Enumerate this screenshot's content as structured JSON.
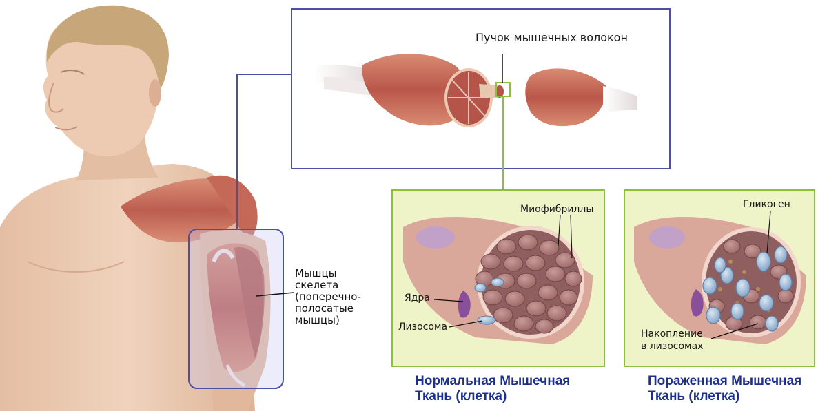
{
  "labels": {
    "bundle": "Пучок мышечных волокон",
    "myofibrils": "Миофибриллы",
    "glycogen": "Гликоген",
    "nuclei": "Ядра",
    "lysosome": "Лизосома",
    "accumulation_line1": "Накопление",
    "accumulation_line2": "в лизосомах",
    "skeletal_line1": "Мышцы",
    "skeletal_line2": "скелета",
    "skeletal_line3": "(поперечно-",
    "skeletal_line4": "полосатые",
    "skeletal_line5": "мышцы)"
  },
  "captions": {
    "normal_line1": "Нормальная Мышечная",
    "normal_line2": "Ткань (клетка)",
    "affected_line1": "Пораженная Мышечная",
    "affected_line2": "Ткань (клетка)"
  },
  "colors": {
    "caption": "#1c2f8f",
    "panel_border_blue": "#4a4fa8",
    "panel_border_green": "#8cbf3a",
    "panel_fill_green": "#eef3c8",
    "muscle": "#c9705a",
    "skin": "#e9c6ab"
  }
}
